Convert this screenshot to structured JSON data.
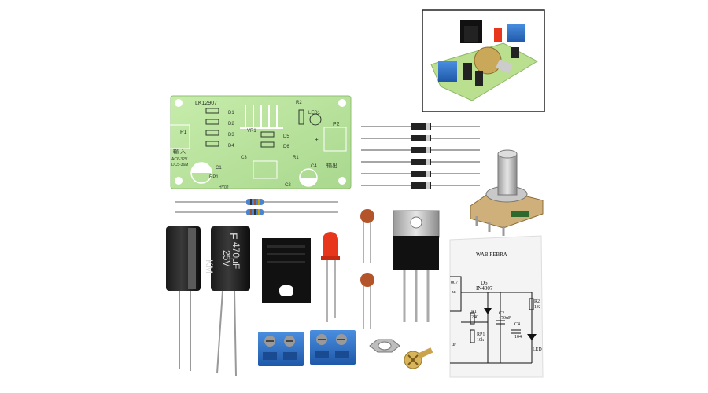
{
  "pcb": {
    "model": "LK12907",
    "labels": {
      "D1": "D1",
      "D2": "D2",
      "D3": "D3",
      "D4": "D4",
      "D5": "D5",
      "D6": "D6",
      "R1": "R1",
      "R2": "R2",
      "LED1": "LED1",
      "VR1": "VR1",
      "P1": "P1",
      "P2": "P2",
      "C1": "C1",
      "C2": "C2",
      "C3": "C3",
      "C4": "C4",
      "RP1": "RP1"
    },
    "input_label": "输 入",
    "output_label": "输出",
    "input_spec_ac": "AC6-32V",
    "input_spec_dc": "DC5-36M",
    "plus": "+",
    "minus": "−",
    "footer_code": "HY02"
  },
  "capacitor": {
    "brand": "KM",
    "value": "470μF",
    "voltage": "25V",
    "prefix": "F"
  },
  "schematic": {
    "D6": "D6",
    "D6_part": "IN4007",
    "R1": "R1",
    "R1_value": "240",
    "C2": "C2",
    "C2_value": "470uF",
    "C4": "C4",
    "C4_value": "104",
    "R2": "R2",
    "R2_value": "1K",
    "RP1": "RP1",
    "RP1_value": "10k",
    "LED": "LED",
    "left_code": "007",
    "left_frag_a": "ut",
    "left_frag_b": "uF",
    "header": "WAB FEBRA"
  },
  "colors": {
    "pcb_green": "#bfe6a4",
    "terminal_blue": "#2f6fc0",
    "led_red": "#e8361c",
    "ceramic": "#b4542a",
    "heatsink": "#111111"
  }
}
